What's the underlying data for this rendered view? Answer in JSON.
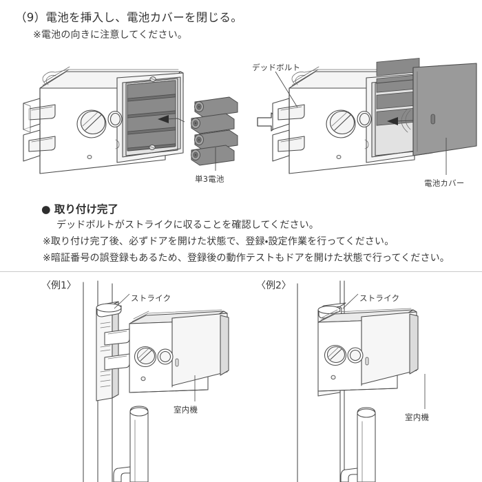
{
  "page": {
    "background": "#ffffff",
    "text_color": "#3a3a3a"
  },
  "step": {
    "number": "（9）",
    "title": "（9）電池を挿入し、電池カバーを閉じる。",
    "note": "※電池の向きに注意してください。"
  },
  "figure_top": {
    "left_caption": "単3電池",
    "right_captions": {
      "deadbolt": "デッドボルト",
      "battery_cover": "電池カバー"
    },
    "arrow": "arrow-right-icon",
    "battery_count": 4
  },
  "completion": {
    "heading": "● 取り付け完了",
    "bullet_marker": "●",
    "heading_text": "取り付け完了",
    "lines": [
      "デッドボルトがストライクに収ることを確認してください。",
      "※取り付け完了後、必ずドアを開けた状態で、登録・設定作業を行ってください。",
      "※暗証番号の誤登録もあるため、登録後の動作テストもドアを開けた状態で行ってください。"
    ]
  },
  "examples": [
    {
      "label": "〈例1〉",
      "strike_label": "ストライク",
      "indoor_unit_label": "室内機"
    },
    {
      "label": "〈例2〉",
      "strike_label": "ストライク",
      "indoor_unit_label": "室内機"
    }
  ],
  "colors": {
    "line": "#4a4a4a",
    "light_line": "#8a8a8a",
    "body_fill": "#ffffff",
    "shade_light": "#f0f0f0",
    "shade_mid": "#d6d6d6",
    "battery_gray": "#8d8d8d",
    "battery_gray_dark": "#6f6f6f",
    "cover_gray": "#9a9a9a",
    "slot_dark": "#7d7d7d",
    "divider": "#c9c9c9"
  }
}
